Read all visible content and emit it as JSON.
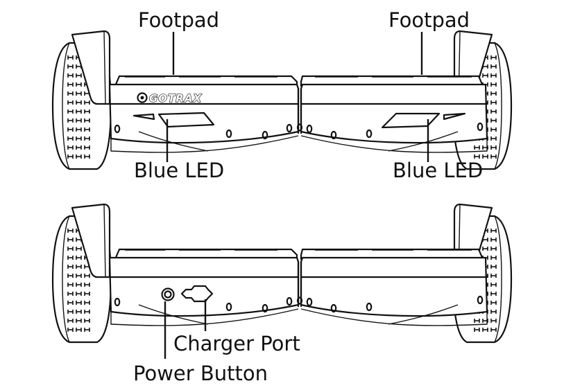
{
  "brand": "GOTRAX",
  "labels": {
    "footpad_left": "Footpad",
    "footpad_right": "Footpad",
    "blue_led_left": "Blue LED",
    "blue_led_right": "Blue LED",
    "charger_port": "Charger Port",
    "power_button": "Power Button"
  }
}
